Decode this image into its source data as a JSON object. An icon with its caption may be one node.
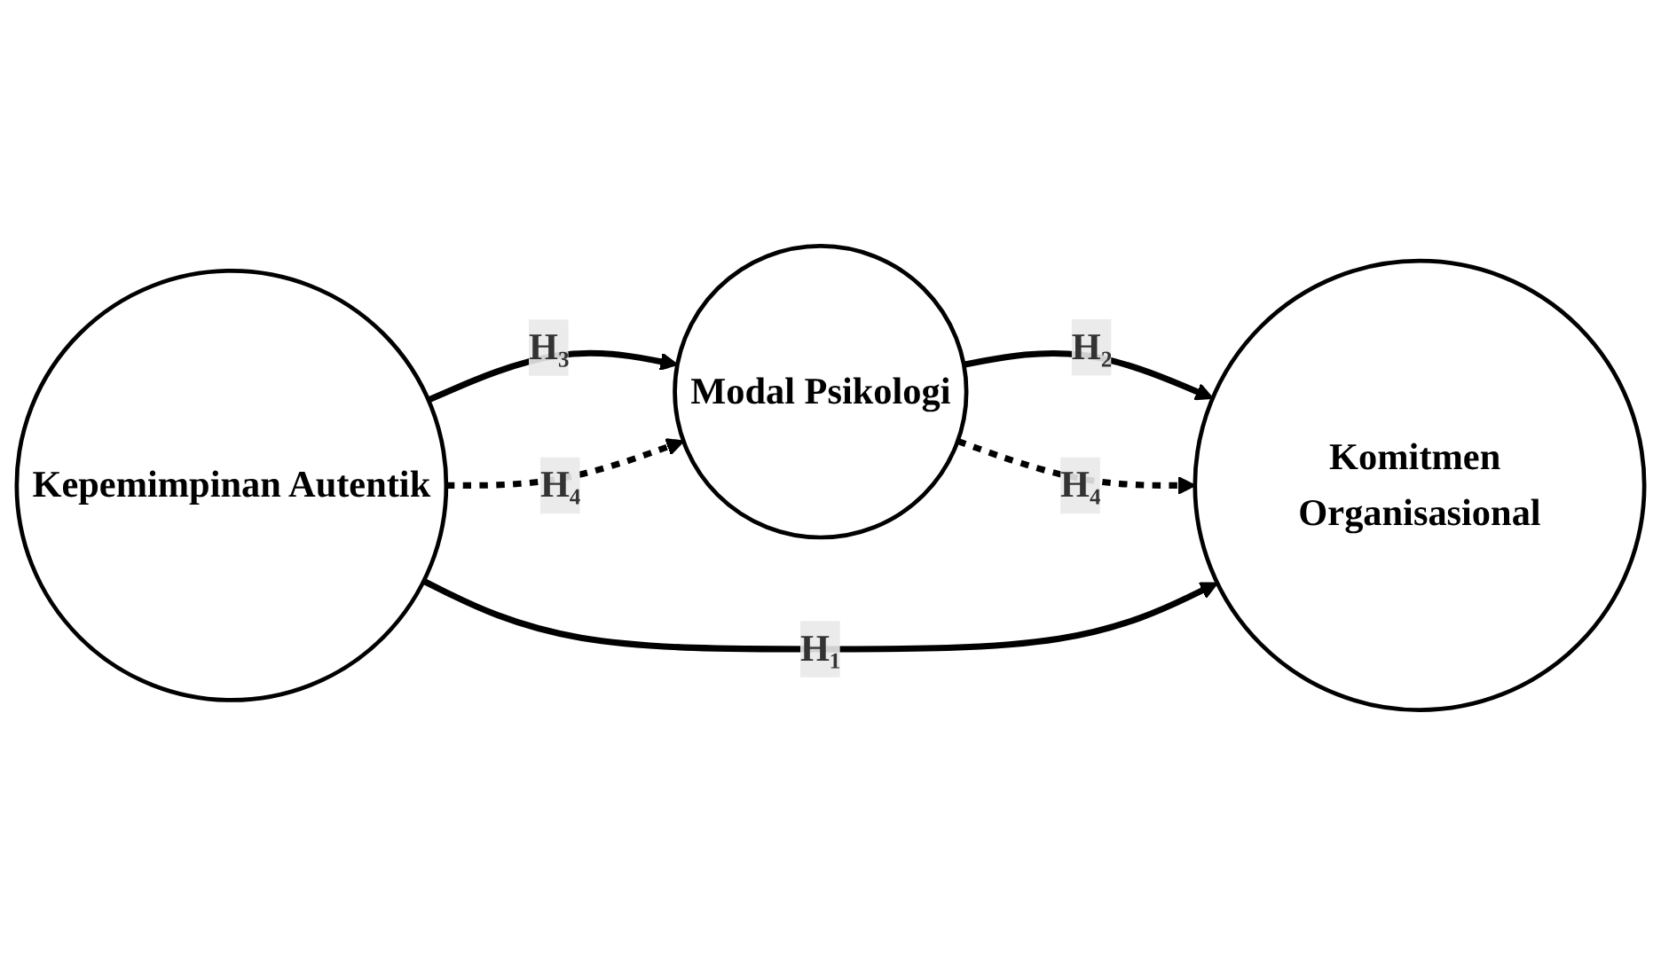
{
  "diagram": {
    "nodes": [
      {
        "text": [
          "Modal Psikologi"
        ]
      },
      {
        "text": [
          "Kepemimpinan Autentik"
        ]
      },
      {
        "text": [
          "Komitmen Organisasional"
        ]
      }
    ],
    "edges": [
      {
        "from": 1,
        "to": 0,
        "arrow": "to",
        "label": "H₃"
      },
      {
        "from": 1,
        "to": 0,
        "arrow": "to",
        "label": "H₄",
        "style": "dashed"
      },
      {
        "from": 0,
        "to": 2,
        "arrow": "to",
        "label": "H₂"
      },
      {
        "from": 0,
        "to": 2,
        "arrow": "to",
        "label": "H₄",
        "style": "dashed"
      },
      {
        "from": 1,
        "to": 2,
        "arrow": "to",
        "label": "H₁"
      }
    ]
  }
}
